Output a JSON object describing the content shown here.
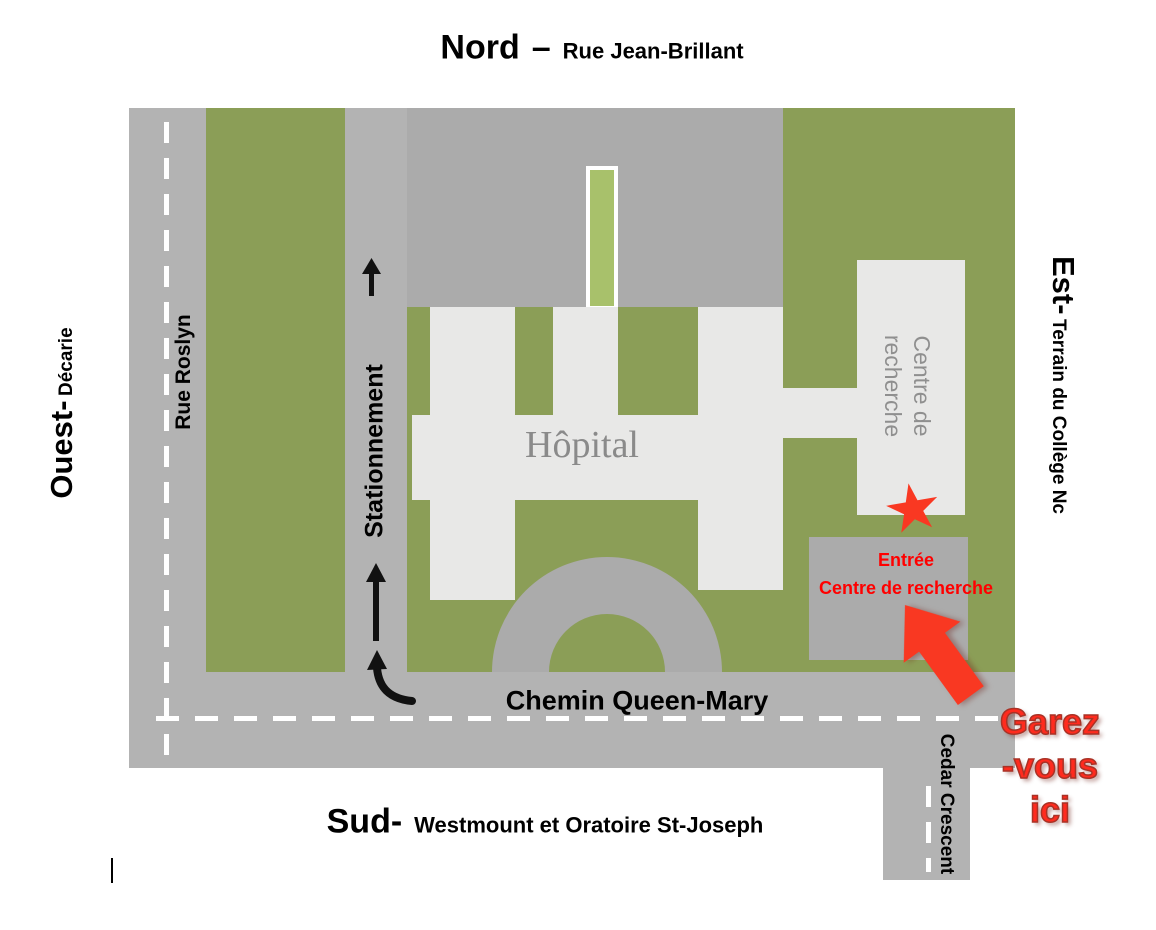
{
  "map": {
    "compass": {
      "north_title": "Nord",
      "north_sep": "–",
      "north_street": "Rue Jean-Brillant",
      "south_title": "Sud-",
      "south_street": "Westmount et Oratoire St-Joseph",
      "west_title": "Ouest-",
      "west_street": "Décarie",
      "east_title": "Est-",
      "east_street": "Terrain du Collège Nc"
    },
    "streets": {
      "roslyn": "Rue Roslyn",
      "parking_lane": "Stationnement",
      "queen_mary": "Chemin Queen-Mary",
      "cedar": "Cedar Crescent"
    },
    "buildings": {
      "hospital": "Hôpital",
      "research_line1": "Centre de",
      "research_line2": "recherche"
    },
    "annotations": {
      "entrance_line1": "Entrée",
      "entrance_line2": "Centre de recherche",
      "park_here_line1": "Garez",
      "park_here_line2": "-vous",
      "park_here_line3": "ici"
    },
    "colors": {
      "road": "#b3b3b3",
      "grounds": "#ababab",
      "building": "#e8e8e7",
      "grass": "#8b9e57",
      "light_green": "#a8c16b",
      "red_accent": "#f93822",
      "red_text": "#ff0000",
      "gray_label": "#8a8a8a"
    }
  }
}
